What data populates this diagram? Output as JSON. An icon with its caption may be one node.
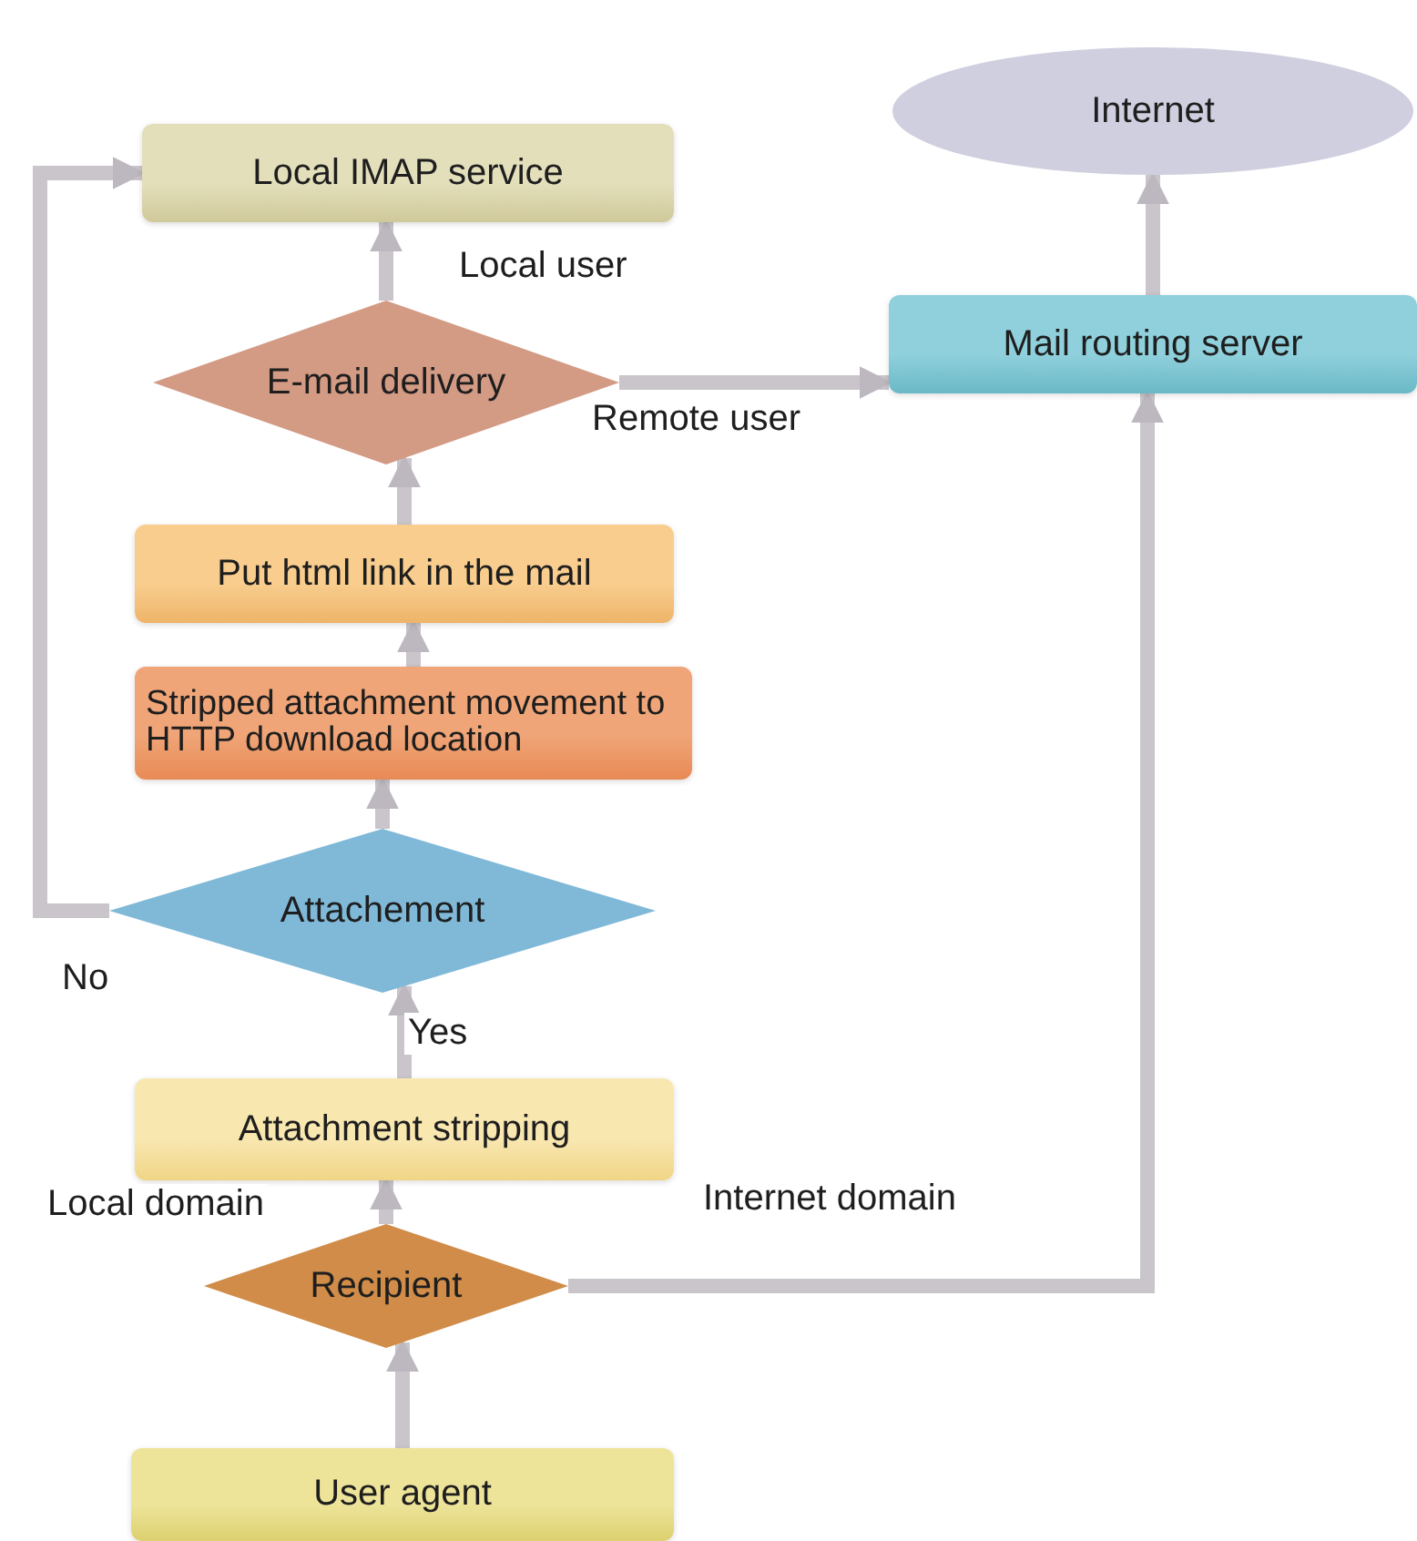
{
  "diagram": {
    "nodes": [
      {
        "text": [
          "Internet"
        ]
      },
      {
        "text": [
          "Local IMAP service"
        ]
      },
      {
        "text": [
          "Mail routing server"
        ]
      },
      {
        "text": [
          "E-mail delivery"
        ]
      },
      {
        "text": [
          "Put html link in the mail"
        ]
      },
      {
        "text": [
          "Stripped attachment movement to HTTP download location"
        ]
      },
      {
        "text": [
          "Attachement"
        ]
      },
      {
        "text": [
          "Attachment stripping"
        ]
      },
      {
        "text": [
          "Recipient"
        ]
      },
      {
        "text": [
          "User agent"
        ]
      }
    ],
    "edges": [
      {
        "from": 9,
        "to": 8,
        "arrow": "to"
      },
      {
        "from": 8,
        "to": 7,
        "arrow": "to",
        "label": "Local domain"
      },
      {
        "from": 8,
        "to": 2,
        "arrow": "to",
        "label": "Internet domain"
      },
      {
        "from": 7,
        "to": 6,
        "arrow": "to",
        "label": "Yes"
      },
      {
        "from": 6,
        "to": 5,
        "arrow": "to"
      },
      {
        "from": 6,
        "to": 1,
        "arrow": "to",
        "label": "No"
      },
      {
        "from": 5,
        "to": 4,
        "arrow": "to"
      },
      {
        "from": 4,
        "to": 3,
        "arrow": "to"
      },
      {
        "from": 3,
        "to": 1,
        "arrow": "to",
        "label": "Local user"
      },
      {
        "from": 3,
        "to": 2,
        "arrow": "to",
        "label": "Remote user"
      },
      {
        "from": 2,
        "to": 0,
        "arrow": "to"
      }
    ]
  }
}
